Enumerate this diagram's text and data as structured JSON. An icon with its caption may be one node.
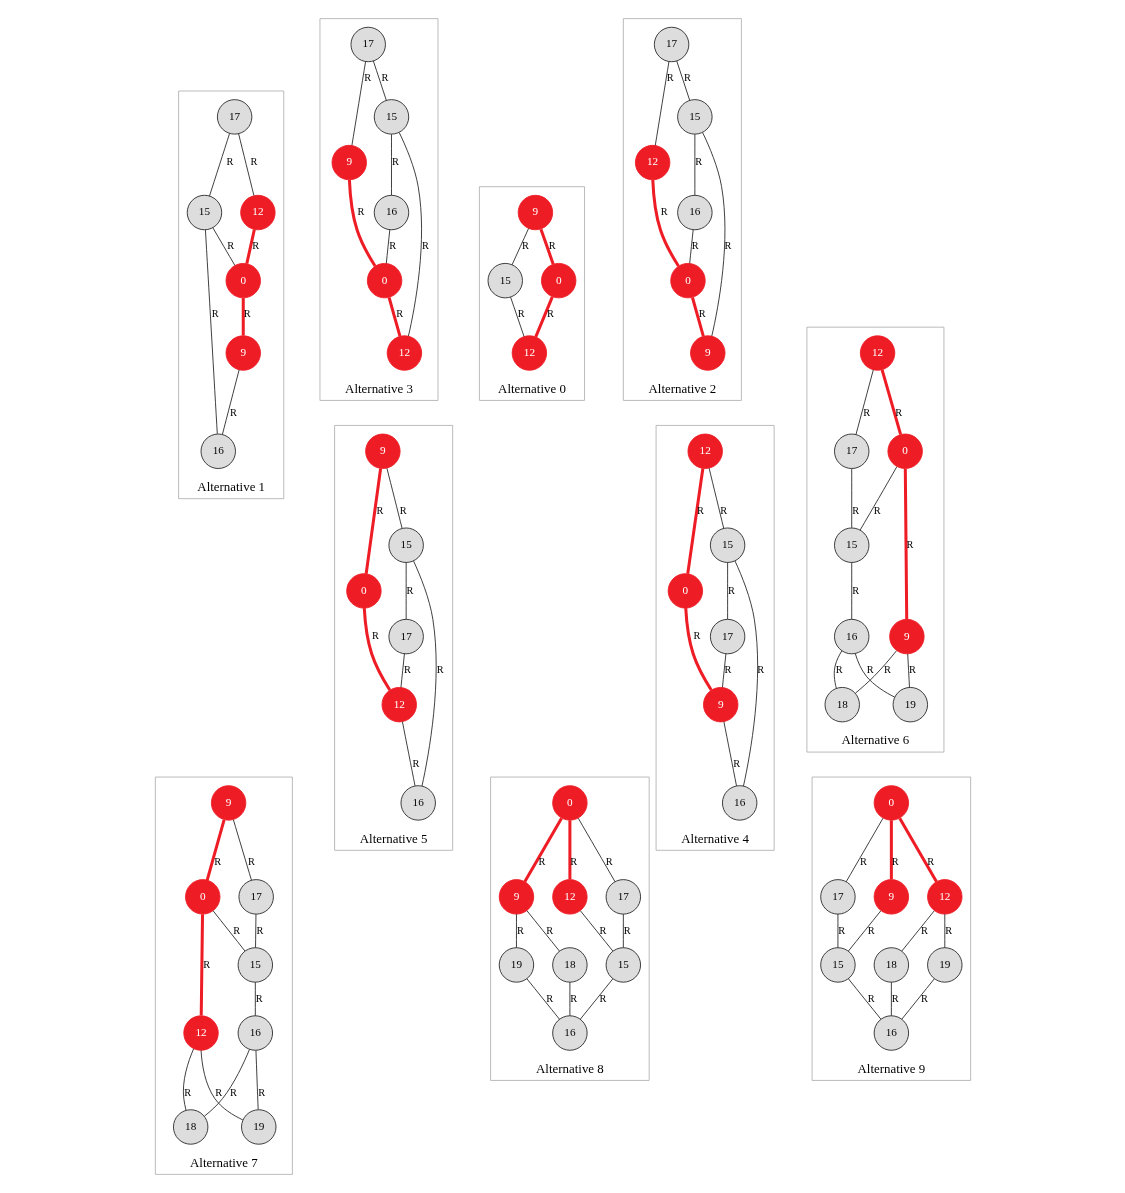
{
  "diagram": {
    "nodes": [
      {
        "text": [
          "Alternative 0"
        ]
      },
      {
        "text": [
          "9"
        ],
        "in": 0
      },
      {
        "text": [
          "15"
        ],
        "in": 0
      },
      {
        "text": [
          "0"
        ],
        "in": 0
      },
      {
        "text": [
          "12"
        ],
        "in": 0
      },
      {
        "text": [
          "Alternative 1"
        ]
      },
      {
        "text": [
          "12"
        ],
        "in": 5
      },
      {
        "text": [
          "17"
        ],
        "in": 5
      },
      {
        "text": [
          "0"
        ],
        "in": 5
      },
      {
        "text": [
          "15"
        ],
        "in": 5
      },
      {
        "text": [
          "16"
        ],
        "in": 5
      },
      {
        "text": [
          "9"
        ],
        "in": 5
      },
      {
        "text": [
          "Alternative 2"
        ]
      },
      {
        "text": [
          "17"
        ],
        "in": 12
      },
      {
        "text": [
          "12"
        ],
        "in": 12
      },
      {
        "text": [
          "0"
        ],
        "in": 12
      },
      {
        "text": [
          "15"
        ],
        "in": 12
      },
      {
        "text": [
          "16"
        ],
        "in": 12
      },
      {
        "text": [
          "9"
        ],
        "in": 12
      },
      {
        "text": [
          "Alternative 3"
        ]
      },
      {
        "text": [
          "17"
        ],
        "in": 19
      },
      {
        "text": [
          "9"
        ],
        "in": 19
      },
      {
        "text": [
          "0"
        ],
        "in": 19
      },
      {
        "text": [
          "15"
        ],
        "in": 19
      },
      {
        "text": [
          "16"
        ],
        "in": 19
      },
      {
        "text": [
          "12"
        ],
        "in": 19
      },
      {
        "text": [
          "Alternative 4"
        ]
      },
      {
        "text": [
          "12"
        ],
        "in": 26
      },
      {
        "text": [
          "15"
        ],
        "in": 26
      },
      {
        "text": [
          "17"
        ],
        "in": 26
      },
      {
        "text": [
          "0"
        ],
        "in": 26
      },
      {
        "text": [
          "9"
        ],
        "in": 26
      },
      {
        "text": [
          "16"
        ],
        "in": 26
      },
      {
        "text": [
          "Alternative 5"
        ]
      },
      {
        "text": [
          "9"
        ],
        "in": 33
      },
      {
        "text": [
          "15"
        ],
        "in": 33
      },
      {
        "text": [
          "17"
        ],
        "in": 33
      },
      {
        "text": [
          "0"
        ],
        "in": 33
      },
      {
        "text": [
          "12"
        ],
        "in": 33
      },
      {
        "text": [
          "16"
        ],
        "in": 33
      },
      {
        "text": [
          "Alternative 6"
        ]
      },
      {
        "text": [
          "17"
        ],
        "in": 40
      },
      {
        "text": [
          "12"
        ],
        "in": 40
      },
      {
        "text": [
          "15"
        ],
        "in": 40
      },
      {
        "text": [
          "0"
        ],
        "in": 40
      },
      {
        "text": [
          "16"
        ],
        "in": 40
      },
      {
        "text": [
          "9"
        ],
        "in": 40
      },
      {
        "text": [
          "18"
        ],
        "in": 40
      },
      {
        "text": [
          "19"
        ],
        "in": 40
      },
      {
        "text": [
          "Alternative 7"
        ]
      },
      {
        "text": [
          "17"
        ],
        "in": 49
      },
      {
        "text": [
          "9"
        ],
        "in": 49
      },
      {
        "text": [
          "15"
        ],
        "in": 49
      },
      {
        "text": [
          "0"
        ],
        "in": 49
      },
      {
        "text": [
          "16"
        ],
        "in": 49
      },
      {
        "text": [
          "12"
        ],
        "in": 49
      },
      {
        "text": [
          "18"
        ],
        "in": 49
      },
      {
        "text": [
          "19"
        ],
        "in": 49
      },
      {
        "text": [
          "Alternative 8"
        ]
      },
      {
        "text": [
          "17"
        ],
        "in": 58
      },
      {
        "text": [
          "0"
        ],
        "in": 58
      },
      {
        "text": [
          "12"
        ],
        "in": 58
      },
      {
        "text": [
          "15"
        ],
        "in": 58
      },
      {
        "text": [
          "9"
        ],
        "in": 58
      },
      {
        "text": [
          "19"
        ],
        "in": 58
      },
      {
        "text": [
          "16"
        ],
        "in": 58
      },
      {
        "text": [
          "18"
        ],
        "in": 58
      },
      {
        "text": [
          "Alternative 9"
        ]
      },
      {
        "text": [
          "17"
        ],
        "in": 67
      },
      {
        "text": [
          "0"
        ],
        "in": 67
      },
      {
        "text": [
          "9"
        ],
        "in": 67
      },
      {
        "text": [
          "15"
        ],
        "in": 67
      },
      {
        "text": [
          "12"
        ],
        "in": 67
      },
      {
        "text": [
          "19"
        ],
        "in": 67
      },
      {
        "text": [
          "16"
        ],
        "in": 67
      },
      {
        "text": [
          "18"
        ],
        "in": 67
      }
    ],
    "edges": [
      {
        "from": 1,
        "to": 2,
        "arrow": "none",
        "label": "R"
      },
      {
        "from": 1,
        "to": 3,
        "arrow": "none",
        "label": "R",
        "style": "thick",
        "color": "#ee1c25"
      },
      {
        "from": 2,
        "to": 4,
        "arrow": "none",
        "label": "R"
      },
      {
        "from": 3,
        "to": 4,
        "arrow": "none",
        "label": "R",
        "style": "thick",
        "color": "#ee1c25"
      },
      {
        "from": 7,
        "to": 6,
        "arrow": "none",
        "label": "R"
      },
      {
        "from": 6,
        "to": 8,
        "arrow": "none",
        "label": "R",
        "style": "thick",
        "color": "#ee1c25"
      },
      {
        "from": 7,
        "to": 9,
        "arrow": "none",
        "label": "R"
      },
      {
        "from": 9,
        "to": 8,
        "arrow": "none",
        "label": "R"
      },
      {
        "from": 8,
        "to": 11,
        "arrow": "none",
        "label": "R",
        "style": "thick",
        "color": "#ee1c25"
      },
      {
        "from": 9,
        "to": 10,
        "arrow": "none",
        "label": "R"
      },
      {
        "from": 11,
        "to": 10,
        "arrow": "none",
        "label": "R"
      },
      {
        "from": 13,
        "to": 14,
        "arrow": "none",
        "label": "R"
      },
      {
        "from": 14,
        "to": 15,
        "arrow": "none",
        "label": "R",
        "style": "thick",
        "color": "#ee1c25"
      },
      {
        "from": 13,
        "to": 16,
        "arrow": "none",
        "label": "R"
      },
      {
        "from": 16,
        "to": 17,
        "arrow": "none",
        "label": "R"
      },
      {
        "from": 17,
        "to": 15,
        "arrow": "none",
        "label": "R"
      },
      {
        "from": 15,
        "to": 18,
        "arrow": "none",
        "label": "R",
        "style": "thick",
        "color": "#ee1c25"
      },
      {
        "from": 16,
        "to": 18,
        "arrow": "none",
        "label": "R"
      },
      {
        "from": 20,
        "to": 21,
        "arrow": "none",
        "label": "R"
      },
      {
        "from": 21,
        "to": 22,
        "arrow": "none",
        "label": "R",
        "style": "thick",
        "color": "#ee1c25"
      },
      {
        "from": 20,
        "to": 23,
        "arrow": "none",
        "label": "R"
      },
      {
        "from": 23,
        "to": 24,
        "arrow": "none",
        "label": "R"
      },
      {
        "from": 24,
        "to": 22,
        "arrow": "none",
        "label": "R"
      },
      {
        "from": 22,
        "to": 25,
        "arrow": "none",
        "label": "R",
        "style": "thick",
        "color": "#ee1c25"
      },
      {
        "from": 23,
        "to": 25,
        "arrow": "none",
        "label": "R"
      },
      {
        "from": 27,
        "to": 28,
        "arrow": "none",
        "label": "R"
      },
      {
        "from": 28,
        "to": 29,
        "arrow": "none",
        "label": "R"
      },
      {
        "from": 27,
        "to": 30,
        "arrow": "none",
        "label": "R",
        "style": "thick",
        "color": "#ee1c25"
      },
      {
        "from": 30,
        "to": 31,
        "arrow": "none",
        "label": "R",
        "style": "thick",
        "color": "#ee1c25"
      },
      {
        "from": 29,
        "to": 31,
        "arrow": "none",
        "label": "R"
      },
      {
        "from": 28,
        "to": 32,
        "arrow": "none",
        "label": "R"
      },
      {
        "from": 31,
        "to": 32,
        "arrow": "none",
        "label": "R"
      },
      {
        "from": 34,
        "to": 35,
        "arrow": "none",
        "label": "R"
      },
      {
        "from": 35,
        "to": 36,
        "arrow": "none",
        "label": "R"
      },
      {
        "from": 34,
        "to": 37,
        "arrow": "none",
        "label": "R",
        "style": "thick",
        "color": "#ee1c25"
      },
      {
        "from": 37,
        "to": 38,
        "arrow": "none",
        "label": "R",
        "style": "thick",
        "color": "#ee1c25"
      },
      {
        "from": 36,
        "to": 38,
        "arrow": "none",
        "label": "R"
      },
      {
        "from": 35,
        "to": 39,
        "arrow": "none",
        "label": "R"
      },
      {
        "from": 38,
        "to": 39,
        "arrow": "none",
        "label": "R"
      },
      {
        "from": 42,
        "to": 41,
        "arrow": "none",
        "label": "R"
      },
      {
        "from": 41,
        "to": 43,
        "arrow": "none",
        "label": "R"
      },
      {
        "from": 42,
        "to": 44,
        "arrow": "none",
        "label": "R",
        "style": "thick",
        "color": "#ee1c25"
      },
      {
        "from": 44,
        "to": 43,
        "arrow": "none",
        "label": "R"
      },
      {
        "from": 43,
        "to": 45,
        "arrow": "none",
        "label": "R"
      },
      {
        "from": 44,
        "to": 46,
        "arrow": "none",
        "label": "R",
        "style": "thick",
        "color": "#ee1c25"
      },
      {
        "from": 45,
        "to": 48,
        "arrow": "none",
        "label": "R"
      },
      {
        "from": 45,
        "to": 47,
        "arrow": "none",
        "label": "R"
      },
      {
        "from": 46,
        "to": 47,
        "arrow": "none",
        "label": "R"
      },
      {
        "from": 46,
        "to": 48,
        "arrow": "none",
        "label": "R"
      },
      {
        "from": 51,
        "to": 50,
        "arrow": "none",
        "label": "R"
      },
      {
        "from": 50,
        "to": 52,
        "arrow": "none",
        "label": "R"
      },
      {
        "from": 51,
        "to": 53,
        "arrow": "none",
        "label": "R",
        "style": "thick",
        "color": "#ee1c25"
      },
      {
        "from": 53,
        "to": 52,
        "arrow": "none",
        "label": "R"
      },
      {
        "from": 52,
        "to": 54,
        "arrow": "none",
        "label": "R"
      },
      {
        "from": 53,
        "to": 55,
        "arrow": "none",
        "label": "R",
        "style": "thick",
        "color": "#ee1c25"
      },
      {
        "from": 54,
        "to": 57,
        "arrow": "none",
        "label": "R"
      },
      {
        "from": 54,
        "to": 56,
        "arrow": "none",
        "label": "R"
      },
      {
        "from": 55,
        "to": 56,
        "arrow": "none",
        "label": "R"
      },
      {
        "from": 55,
        "to": 57,
        "arrow": "none",
        "label": "R"
      },
      {
        "from": 60,
        "to": 59,
        "arrow": "none",
        "label": "R"
      },
      {
        "from": 60,
        "to": 61,
        "arrow": "none",
        "label": "R",
        "style": "thick",
        "color": "#ee1c25"
      },
      {
        "from": 59,
        "to": 62,
        "arrow": "none",
        "label": "R"
      },
      {
        "from": 61,
        "to": 62,
        "arrow": "none",
        "label": "R"
      },
      {
        "from": 60,
        "to": 63,
        "arrow": "none",
        "label": "R",
        "style": "thick",
        "color": "#ee1c25"
      },
      {
        "from": 62,
        "to": 65,
        "arrow": "none",
        "label": "R"
      },
      {
        "from": 63,
        "to": 64,
        "arrow": "none",
        "label": "R"
      },
      {
        "from": 63,
        "to": 66,
        "arrow": "none",
        "label": "R"
      },
      {
        "from": 64,
        "to": 65,
        "arrow": "none",
        "label": "R"
      },
      {
        "from": 66,
        "to": 65,
        "arrow": "none",
        "label": "R"
      },
      {
        "from": 69,
        "to": 68,
        "arrow": "none",
        "label": "R"
      },
      {
        "from": 69,
        "to": 70,
        "arrow": "none",
        "label": "R",
        "style": "thick",
        "color": "#ee1c25"
      },
      {
        "from": 68,
        "to": 71,
        "arrow": "none",
        "label": "R"
      },
      {
        "from": 70,
        "to": 71,
        "arrow": "none",
        "label": "R"
      },
      {
        "from": 69,
        "to": 72,
        "arrow": "none",
        "label": "R",
        "style": "thick",
        "color": "#ee1c25"
      },
      {
        "from": 71,
        "to": 74,
        "arrow": "none",
        "label": "R"
      },
      {
        "from": 72,
        "to": 73,
        "arrow": "none",
        "label": "R"
      },
      {
        "from": 72,
        "to": 75,
        "arrow": "none",
        "label": "R"
      },
      {
        "from": 73,
        "to": 74,
        "arrow": "none",
        "label": "R"
      },
      {
        "from": 75,
        "to": 74,
        "arrow": "none",
        "label": "R"
      }
    ]
  }
}
